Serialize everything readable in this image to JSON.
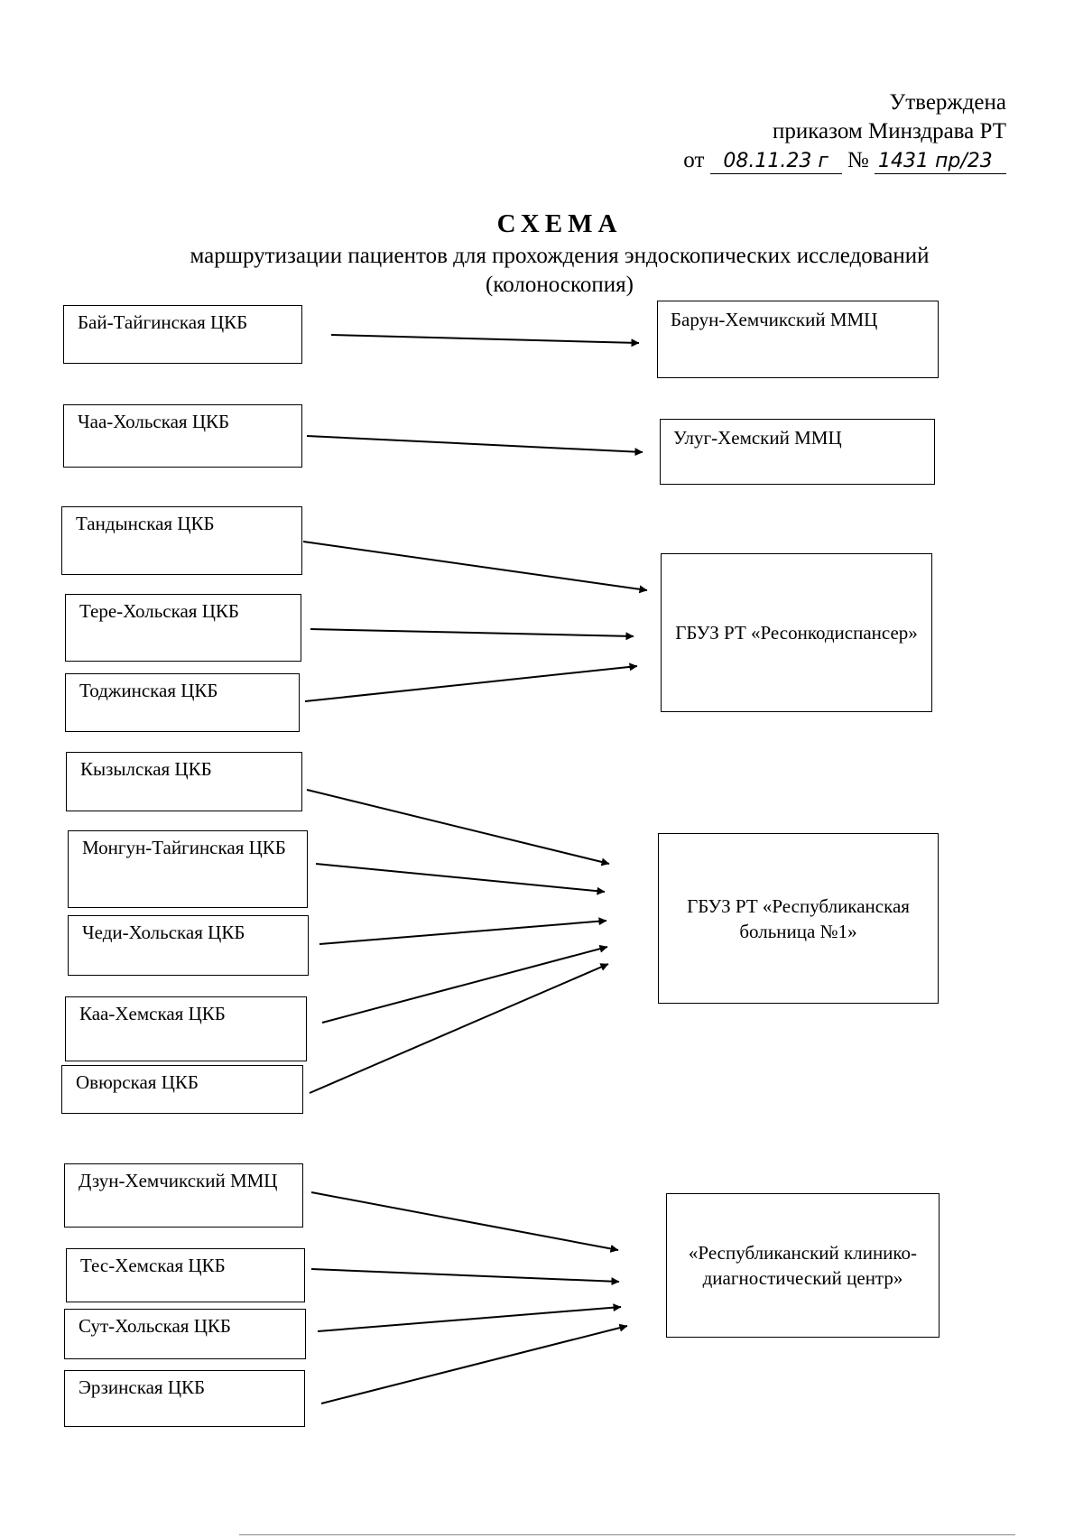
{
  "approval": {
    "line1": "Утверждена",
    "line2": "приказом Минздрава РТ",
    "from_prefix": "от",
    "date_handwritten": "08.11.23 г",
    "number_prefix": "№",
    "number_handwritten": "1431 пр/23"
  },
  "title": "СХЕМА",
  "subtitle_line1": "маршрутизации пациентов для прохождения эндоскопических исследований",
  "subtitle_line2": "(колоноскопия)",
  "sources": [
    {
      "label": "Бай-Тайгинская ЦКБ"
    },
    {
      "label": "Чаа-Хольская ЦКБ"
    },
    {
      "label": "Тандынская ЦКБ"
    },
    {
      "label": "Тере-Хольская ЦКБ"
    },
    {
      "label": "Тоджинская ЦКБ"
    },
    {
      "label": "Кызылская ЦКБ"
    },
    {
      "label": "Монгун-Тайгинская ЦКБ"
    },
    {
      "label": "Чеди-Хольская ЦКБ"
    },
    {
      "label": "Каа-Хемская ЦКБ"
    },
    {
      "label": "Овюрская ЦКБ"
    },
    {
      "label": "Дзун-Хемчикский ММЦ"
    },
    {
      "label": "Тес-Хемская ЦКБ"
    },
    {
      "label": "Сут-Хольская ЦКБ"
    },
    {
      "label": "Эрзинская ЦКБ"
    }
  ],
  "destinations": [
    {
      "label": "Барун-Хемчикский ММЦ"
    },
    {
      "label": "Улуг-Хемский ММЦ"
    },
    {
      "label": "ГБУЗ РТ «Ресонкодиспансер»"
    },
    {
      "label": "ГБУЗ РТ «Республиканская больница №1»"
    },
    {
      "label": "«Республиканский клинико-диагностический центр»"
    }
  ],
  "routes": [
    {
      "from": "Бай-Тайгинская ЦКБ",
      "to": "Барун-Хемчикский ММЦ"
    },
    {
      "from": "Чаа-Хольская ЦКБ",
      "to": "Улуг-Хемский ММЦ"
    },
    {
      "from": "Тандынская ЦКБ",
      "to": "ГБУЗ РТ «Ресонкодиспансер»"
    },
    {
      "from": "Тере-Хольская ЦКБ",
      "to": "ГБУЗ РТ «Ресонкодиспансер»"
    },
    {
      "from": "Тоджинская ЦКБ",
      "to": "ГБУЗ РТ «Ресонкодиспансер»"
    },
    {
      "from": "Кызылская ЦКБ",
      "to": "ГБУЗ РТ «Республиканская больница №1»"
    },
    {
      "from": "Монгун-Тайгинская ЦКБ",
      "to": "ГБУЗ РТ «Республиканская больница №1»"
    },
    {
      "from": "Чеди-Хольская ЦКБ",
      "to": "ГБУЗ РТ «Республиканская больница №1»"
    },
    {
      "from": "Каа-Хемская ЦКБ",
      "to": "ГБУЗ РТ «Республиканская больница №1»"
    },
    {
      "from": "Овюрская ЦКБ",
      "to": "ГБУЗ РТ «Республиканская больница №1»"
    },
    {
      "from": "Дзун-Хемчикский ММЦ",
      "to": "«Республиканский клинико-диагностический центр»"
    },
    {
      "from": "Тес-Хемская ЦКБ",
      "to": "«Республиканский клинико-диагностический центр»"
    },
    {
      "from": "Сут-Хольская ЦКБ",
      "to": "«Республиканский клинико-диагностический центр»"
    },
    {
      "from": "Эрзинская ЦКБ",
      "to": "«Республиканский клинико-диагностический центр»"
    }
  ]
}
